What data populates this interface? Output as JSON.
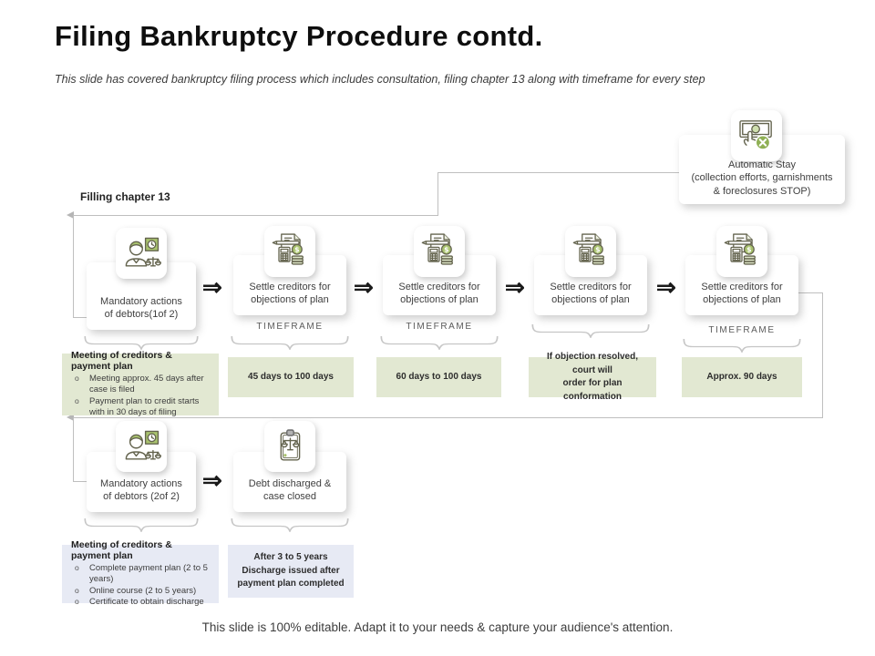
{
  "slide": {
    "title": "Filing Bankruptcy Procedure contd.",
    "subtitle": "This slide has covered bankruptcy filing process which includes consultation, filing chapter 13 along with timeframe for every step",
    "section_label": "Filling chapter 13",
    "footer": "This slide is 100% editable. Adapt it to your needs & capture your audience's attention."
  },
  "glyphs": {
    "arrow": "⇒",
    "bullet": "o"
  },
  "colors": {
    "icon_green": "#a9c36e",
    "icon_outline": "#64644e",
    "note_green": "#e2e8d2",
    "note_blue": "#e7eaf4",
    "connector_gray": "#bfbfbf"
  },
  "automatic_stay": {
    "label": "Automatic Stay\n(collection efforts, garnishments\n& foreclosures STOP)"
  },
  "timeframe_label": "TIMEFRAME",
  "row1": {
    "steps": [
      {
        "label": "Mandatory actions\nof debtors(1of 2)"
      },
      {
        "label": "Settle creditors for\nobjections of plan"
      },
      {
        "label": "Settle creditors for\nobjections of plan"
      },
      {
        "label": "Settle creditors for\nobjections of plan"
      },
      {
        "label": "Settle creditors for\nobjections of plan"
      }
    ],
    "notes": {
      "meeting": {
        "title": "Meeting of creditors & payment plan",
        "bullets": [
          "Meeting approx. 45 days after case is filed",
          "Payment plan to credit starts with in 30 days of filing"
        ]
      },
      "t1": "45 days to 100 days",
      "t2": "60 days to 100 days",
      "t3": "If objection resolved, court will\norder for plan conformation",
      "t4": "Approx. 90 days"
    }
  },
  "row2": {
    "steps": [
      {
        "label": "Mandatory actions\nof debtors (2of 2)"
      },
      {
        "label": "Debt discharged &\ncase closed"
      }
    ],
    "notes": {
      "meeting": {
        "title": "Meeting of creditors & payment plan",
        "bullets": [
          "Complete payment plan (2 to 5 years)",
          "Online course (2 to 5 years)",
          "Certificate to obtain discharge"
        ]
      },
      "discharge": "After 3 to 5 years\nDischarge issued after\npayment plan completed"
    }
  }
}
